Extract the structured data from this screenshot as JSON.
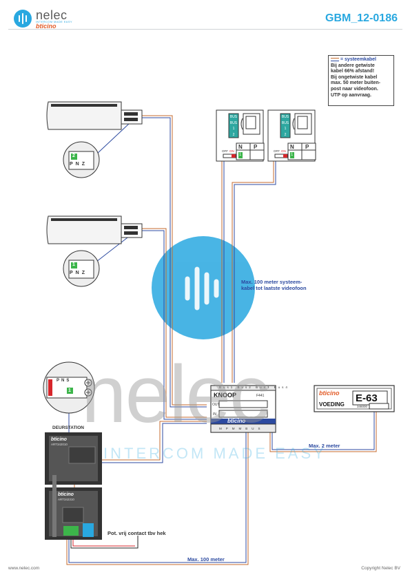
{
  "header": {
    "brand_name": "nelec",
    "tagline": "INTERCOM MADE EASY",
    "partner_brand": "bticino",
    "doc_code": "GBM_12-0186"
  },
  "legend": {
    "title": "= systeemkabel",
    "lines": [
      "Bij andere getwiste",
      "kabel 66% afstand!",
      "Bij ongetwiste kabel",
      "max. 50 meter buiten-",
      "post naar videofoon.",
      "UTP op aanvraag."
    ]
  },
  "videophones": {
    "terminals": [
      "BUS",
      "BUS",
      "1",
      "2"
    ],
    "switch_off": "OFF",
    "switch_on": "ON",
    "n_label": "N",
    "p_label": "P",
    "n_value": "1",
    "units": [
      {
        "id": "unit-1"
      },
      {
        "id": "unit-2"
      }
    ]
  },
  "callers": {
    "caller_top": {
      "code": "2",
      "terminals": [
        "P",
        "N",
        "Z"
      ]
    },
    "caller_mid": {
      "code": "1",
      "terminals": [
        "P",
        "N",
        "Z"
      ]
    }
  },
  "annotations": {
    "max_100_system": "Max. 100 meter systeem-",
    "max_100_system_2": "kabel tot laatste videofoon",
    "max_2": "Max. 2 meter",
    "max_100": "Max. 100 meter",
    "pot_contact": "Pot. vrij contact tbv hek"
  },
  "knoop": {
    "title": "KNOOP",
    "model": "F441",
    "brand": "bticino",
    "out_label": "OUT",
    "in_label": "IN",
    "bus_top": [
      "Bus1",
      "Bus2",
      "Bus3",
      "Bus4"
    ],
    "bus_bottom": [
      "M",
      "PM",
      "M",
      "BUS"
    ]
  },
  "voeding": {
    "brand": "bticino",
    "code": "E-63",
    "name": "VOEDING",
    "model": "346000"
  },
  "deurstation": {
    "title": "DEURSTATION",
    "brand": "bticino",
    "module_top": "ART342010",
    "module_bottom": "ART342310",
    "panel_terminals": [
      "P",
      "N",
      "S"
    ],
    "panel_value": "1"
  },
  "footer": {
    "website": "www.nelec.com",
    "copyright": "Copyright Nelec BV"
  },
  "colors": {
    "accent": "#29a8e0",
    "cable_orange": "#c46a2c",
    "cable_blue": "#2c4aa0",
    "green_terminal": "#3cb54a",
    "teal_terminal": "#2ea7a0",
    "red": "#d7262b"
  }
}
